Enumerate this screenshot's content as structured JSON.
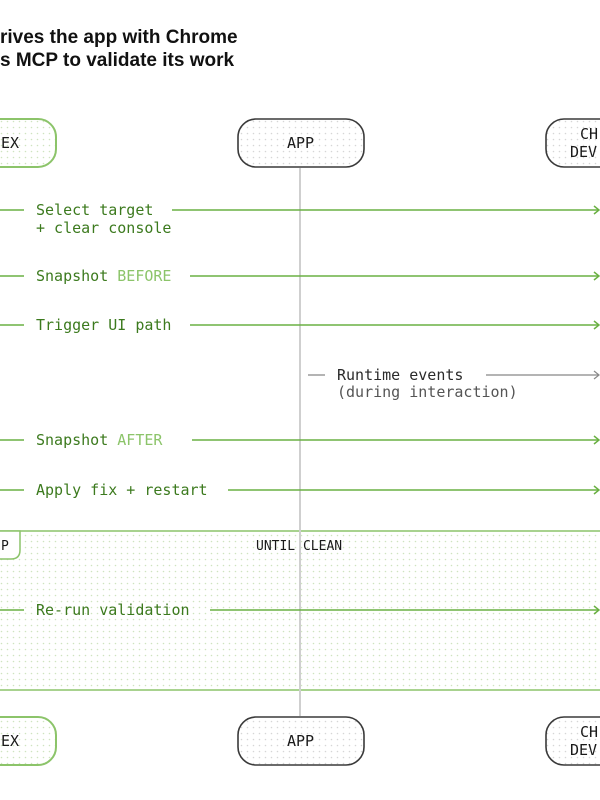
{
  "title": {
    "line1": "rives the app with Chrome",
    "line2": "s MCP to validate its work"
  },
  "participants": {
    "left": "EX",
    "center": "APP",
    "right": {
      "line1": "CH",
      "line2": "DEV"
    }
  },
  "messages": [
    {
      "line1": "Select target",
      "line2": "+ clear console"
    },
    {
      "text": "Snapshot ",
      "highlight": "BEFORE"
    },
    {
      "text": "Trigger UI path"
    },
    {
      "line1": "Runtime events",
      "line2": "(during interaction)"
    },
    {
      "text": "Snapshot ",
      "highlight": "AFTER"
    },
    {
      "text": "Apply fix + restart"
    }
  ],
  "loop": {
    "tag": "P",
    "condition": "UNTIL CLEAN",
    "message": "Re-run validation"
  },
  "colors": {
    "green": "#6ab043",
    "text_green": "#3c7a1e",
    "highlight_green": "#8cc46a",
    "gray_line": "#cfcfcf",
    "box_border": "#3a3a3a"
  }
}
